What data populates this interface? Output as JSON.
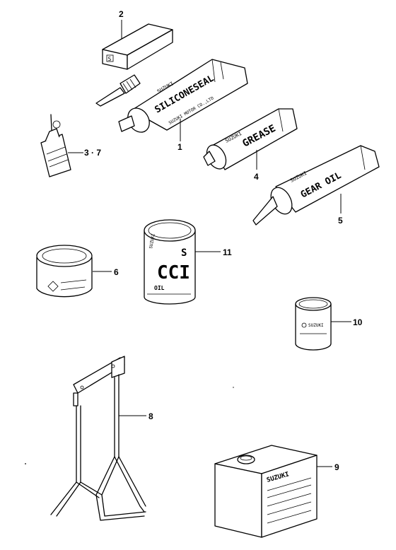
{
  "callouts": {
    "c1": "1",
    "c2": "2",
    "c3": "3 · 7",
    "c4": "4",
    "c5": "5",
    "c6": "6",
    "c8": "8",
    "c9": "9",
    "c10": "10",
    "c11": "11"
  },
  "printed": {
    "silicone_brand": "SUZUKI",
    "silicone_name": "SILICONESEAL",
    "silicone_maker": "SUZUKI MOTOR CO.,LTD",
    "grease_brand": "SUZUKI",
    "grease_name": "GREASE",
    "gearoil_brand": "SUZUKI",
    "gearoil_name": "GEAR OIL",
    "ccis_brand": "SUZUKI",
    "ccis_name": "CCI",
    "ccis_s": "S",
    "ccis_sub": "OIL",
    "small_can_brand": "SUZUKI",
    "oilcan_brand": "SUZUKI",
    "block_letter": "S"
  }
}
